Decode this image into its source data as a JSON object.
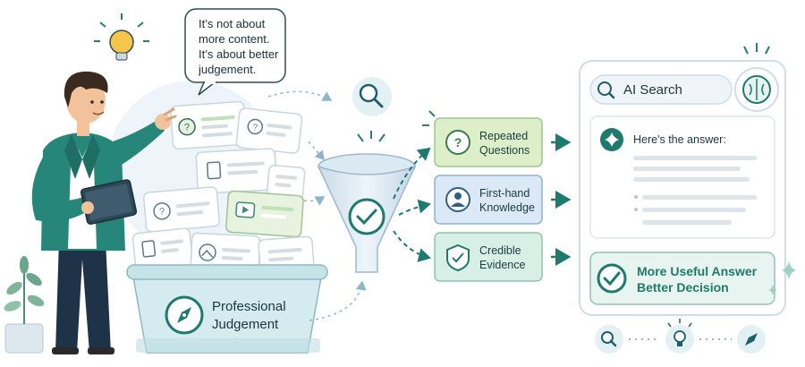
{
  "speech_bubble": {
    "lines": [
      "It’s not about",
      "more content.",
      "It’s about better",
      "judgement."
    ]
  },
  "bucket": {
    "lines": [
      "Professional",
      "Judgement"
    ],
    "icon": "compass-icon"
  },
  "filters": [
    {
      "lines": [
        "Repeated",
        "Questions"
      ],
      "icon": "question-icon",
      "color": "#dcefc9"
    },
    {
      "lines": [
        "First-hand",
        "Knowledge"
      ],
      "icon": "person-icon",
      "color": "#dbe8f5"
    },
    {
      "lines": [
        "Credible",
        "Evidence"
      ],
      "icon": "shield-check-icon",
      "color": "#d8efe6"
    }
  ],
  "ai_panel": {
    "search_label": "AI Search",
    "answer_heading": "Here's the answer:",
    "result_lines": [
      "More Useful Answer",
      "Better Decision"
    ]
  },
  "bottom_icons": [
    "search-icon",
    "lightbulb-icon",
    "compass-icon"
  ],
  "colors": {
    "teal": "#1f7a6e",
    "teal_dark": "#1c5f62",
    "light_teal": "#e7f3f1",
    "panel_border": "#cfdde6"
  }
}
